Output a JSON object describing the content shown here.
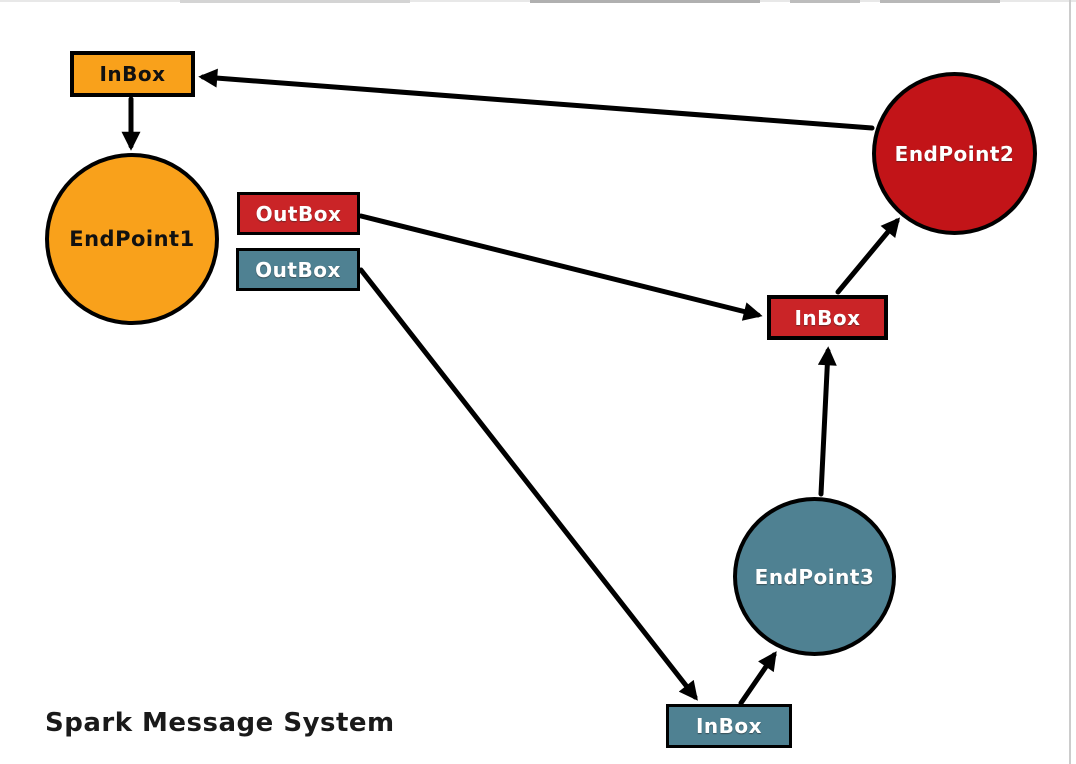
{
  "title": {
    "text": "Spark Message System"
  },
  "nodes": {
    "inbox1": {
      "label": "InBox",
      "owner": "EndPoint1",
      "color": "#f9a11b"
    },
    "endpoint1": {
      "label": "EndPoint1",
      "color": "#f9a11b"
    },
    "outbox_red": {
      "label": "OutBox",
      "color": "#ca2427"
    },
    "outbox_teal": {
      "label": "OutBox",
      "color": "#4f8192"
    },
    "inbox2": {
      "label": "InBox",
      "owner": "EndPoint2",
      "color": "#ca2427"
    },
    "endpoint2": {
      "label": "EndPoint2",
      "color": "#c21418"
    },
    "inbox3": {
      "label": "InBox",
      "owner": "EndPoint3",
      "color": "#4f8192"
    },
    "endpoint3": {
      "label": "EndPoint3",
      "color": "#4f8192"
    }
  },
  "edges": [
    {
      "from": "endpoint2",
      "to": "inbox1"
    },
    {
      "from": "inbox1",
      "to": "endpoint1"
    },
    {
      "from": "outbox_red",
      "to": "inbox2"
    },
    {
      "from": "inbox2",
      "to": "endpoint2"
    },
    {
      "from": "endpoint3",
      "to": "inbox2"
    },
    {
      "from": "inbox3",
      "to": "endpoint3"
    },
    {
      "from": "outbox_teal",
      "to": "inbox3"
    }
  ],
  "colors": {
    "background": "#ffffff",
    "arrow": "#000000",
    "orange": "#f9a11b",
    "red_box": "#ca2427",
    "red_circle": "#c21418",
    "teal": "#4f8192",
    "title_text": "#1a1a1a",
    "page_edge": "#cccccc"
  }
}
